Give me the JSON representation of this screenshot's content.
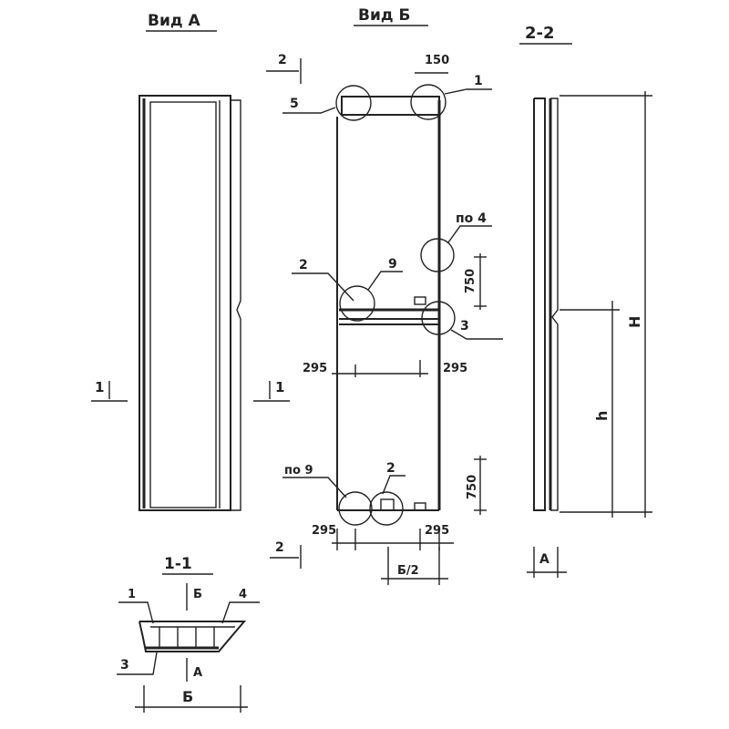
{
  "titles": {
    "view_a": "Вид А",
    "view_b": "Вид Б",
    "section_22": "2-2",
    "section_11": "1-1"
  },
  "view_a": {
    "section_mark_left": "1",
    "section_mark_right": "1"
  },
  "view_b": {
    "section_mark_top": "2",
    "section_mark_bottom": "2",
    "dim_150": "150",
    "callout_1": "1",
    "callout_5": "5",
    "callout_po4": "по 4",
    "callout_2_mid": "2",
    "callout_9": "9",
    "dim_750_top": "750",
    "callout_3": "3",
    "dim_295_mid_left": "295",
    "dim_295_mid_right": "295",
    "callout_po9": "по 9",
    "callout_2_bottom": "2",
    "dim_750_bottom": "750",
    "dim_295_bottom_left": "295",
    "dim_295_bottom_right": "295",
    "dim_b_half": "Б/2"
  },
  "section_22": {
    "dim_H": "H",
    "dim_h": "h",
    "view_mark": "А"
  },
  "section_11": {
    "view_b_mark": "Б",
    "view_a_mark": "А",
    "callout_1": "1",
    "callout_4": "4",
    "callout_3": "3",
    "dim_width": "Б"
  }
}
